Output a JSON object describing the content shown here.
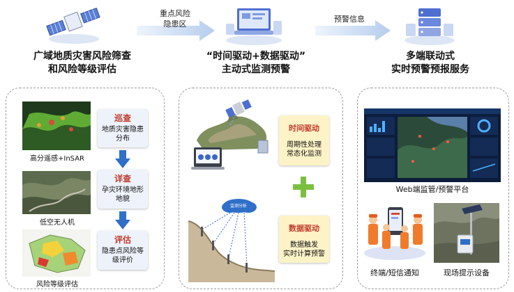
{
  "stages": {
    "s1": {
      "line1": "广域地质灾害风险筛查",
      "line2": "和风险等级评估"
    },
    "s2": {
      "line1": "“时间驱动+数据驱动”",
      "line2": "主动式监测预警"
    },
    "s3": {
      "line1": "多端联动式",
      "line2": "实时预警预报服务"
    }
  },
  "arrows": {
    "a1": {
      "line1": "重点风险",
      "line2": "隐患区"
    },
    "a2": {
      "line1": "预警信息"
    }
  },
  "panel1": {
    "captions": [
      "高分遥感+InSAR",
      "低空无人机",
      "风险等级评估"
    ],
    "steps": [
      {
        "title": "巡查",
        "line1": "地质灾害隐患",
        "line2": "分布"
      },
      {
        "title": "详查",
        "line1": "孕灾环境地形",
        "line2": "地貌"
      },
      {
        "title": "评估",
        "line1": "隐患点风险等",
        "line2": "级评价"
      }
    ]
  },
  "panel2": {
    "time": {
      "title": "时间驱动",
      "line1": "周期性处理",
      "line2": "常态化监测"
    },
    "data": {
      "title": "数据驱动",
      "line1": "数据触发",
      "line2": "实时计算预警"
    },
    "cloud_label": "监测分析"
  },
  "panel3": {
    "captions": [
      "Web端监管/预警平台",
      "终端/短信通知",
      "现场提示设备"
    ]
  },
  "colors": {
    "accent_red": "#c0392b",
    "step_bg": "#eef3fb",
    "drive_bg": "#fdf3c7",
    "arrow_blue": "#bcd3ef",
    "plus_green": "#7cbf3f"
  }
}
